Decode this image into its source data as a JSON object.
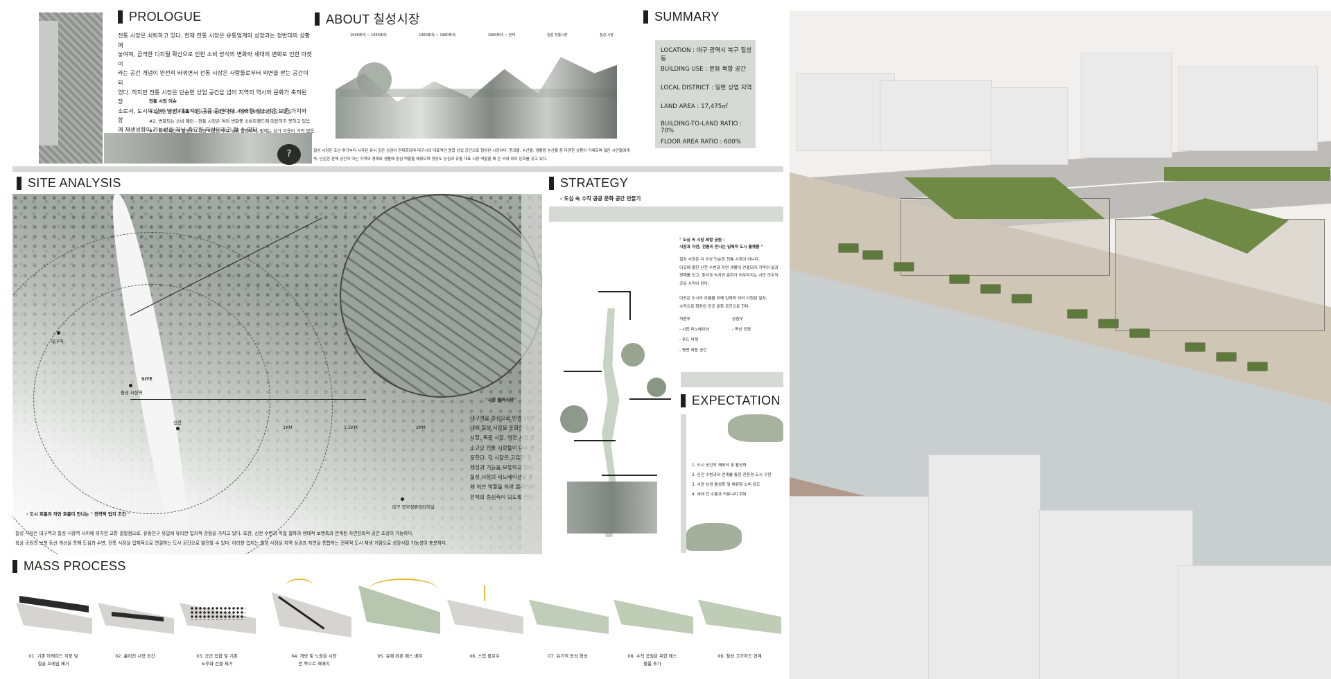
{
  "sections": {
    "prologue": {
      "title": "PROLOGUE",
      "body": [
        "전통 시장은 쇠퇴하고 있다. 현재 전통 시장은 유통업계의 성장과는 정반대의 상황에",
        "놓여져, 급격한 디지털 확산으로 인한 소비 방식의 변화와 세대의 변화로 인한 마켓이",
        "라는 공간 개념이 완전히 바뀌면서 전통 시장은 사람들로부터 외면을 받는 공간이 되",
        "었다. 하지만 전통 시장은 단순한 상업 공간을 넘어 지역의 역사와 문화가 축적된 장",
        "소로서, 도시의 삶이 담긴 대표적인 공공 공간이다. 이러한 장소성은 보존 가치와 함",
        "께 재생성화의 가능성을 지닌 중요한 자산이라고 할 수 있다."
      ],
      "issues_title": "전통 시장 이슈",
      "issues": [
        "#1. 상권 경쟁과 쇠퇴 - 대규 시대 따르면 전통 시장의 58%만 유지되고 있음",
        "#2. 변화되는 소비 패턴 - 전통 시장은 여러 변화중 소비트렌드에 대응하지 못하고 있음",
        "#3. 지역 시간과 활동도 - 시장 이용은 주로 낮에 집중되며, 밤에는 상가 이용이 거의 없음"
      ]
    },
    "about": {
      "title": "ABOUT 칠성시장",
      "timeline": [
        "1946年代 ~ 1950年代",
        "1960年代 ~ 1980年代",
        "1990年代 ~ 현재",
        "칠성 전통시장",
        "칠성 시장"
      ],
      "caption": [
        "칠성 시장은 조선 후기부터 시작된 유서 깊은 상권이 현대화되며 대구시의 대표적인 종합 상업 공간으로 형성된 시장이다. 청과물, 수산물, 생활용 농산물 등 다양한 상품이 거래되며 많은 시민들에게",
        "즉, 단순한 판매 공간이 아닌 지역의 경제와 생활에 중심 역할을 해왔으며 경상도 상권과 유통 대표 시장 역할을 해 온 국내 외의 문화를 갖고 있다."
      ]
    },
    "summary": {
      "title": "SUMMARY",
      "items": [
        "LOCATION : 대구 광역시 북구 칠성동",
        "BUILDING USE : 문화 복합 공간",
        "LOCAL DISTRICT : 일반 상업 지역",
        "LAND AREA : 17,475㎡",
        "BUILDING-TO-LAND RATIO : 70%",
        "FLOOR AREA RATIO : 600%"
      ]
    },
    "site": {
      "title": "SITE ANALYSIS",
      "labels": {
        "daegu_station": "대구역",
        "site": "SITE",
        "market": "칠성 시장역",
        "sinam": "신천",
        "r1": "1KM",
        "r2": "1.5KM",
        "r3": "2KM",
        "bukbu": "대구 북부정류장터미널"
      },
      "cluster_title": "\"시장 클러스터\"",
      "cluster_body": [
        "대구역을 중심으로 반경 1KM",
        "내에 칠성 시장을 포함한 능금",
        "시장, 북문 시장, 역전 시장 등",
        "소규모 전통 시장들이 다수 분",
        "포한다. 각 시장은 고유한 정",
        "체성과 기능을 보유하고 있어,",
        "칠성 시장의 리노베이션을 통",
        "해 허브 역할을 하여 클러스터",
        "전체의 중심축이 되도록 한다."
      ],
      "quote": "- 도시 흐름과 자연 흐름이 만나는 \" 전략적 입지 조건 \"",
      "desc": [
        "칠성 시장은 대구역과 칠성 시장역 사이에 위치한 교통 결절점으로, 유동인구 유입에 유리한 입지적 강점을 가지고 있다. 또한, 신천 수변과 직접 접하여 생태적 보행축과 연계된 자연친화적 공간 조성이 가능하다.",
        "육상 공원과 보행 동선 개선을 통해 도심과 수변, 전통 시장을 입체적으로 연결하는 도시 공간으로 발전할 수 있다. 이러한 입지는 칠성 시장을 지역 상권과 자연을 통합하는 전략적 도시 재생 거점으로 성장시킬 가능성이 충분하다."
      ]
    },
    "strategy": {
      "title": "STRATEGY",
      "subtitle": "- 도심 속 수직 공공 문화 공간 만들기",
      "quote": [
        "\" 도심 속 시장 복합 공원 :",
        "시장과 자연, 전통이 만나는 입체적 도시 플랫폼 \""
      ],
      "body": [
        "칠성 시장은 더 이상 단순한 전통 시장이 아니다.",
        "이곳에 펼친 신천 수변과 자연 생활이 연결되어 지역의 삶과",
        "경제를 잇고, 휴식과 녹지와 문화가 어우러지는 시민 모두의",
        "공유 시작이 된다.",
        "",
        "이곳은 도시의 흐름을 위해 입체화 되어 다원된 일상,",
        "수직으로 확장된 공공 문화 공간으로 한다."
      ],
      "programs_left_title": "저층부",
      "programs_left": [
        "- 시장 리노베이션",
        "- 푸드 마켓",
        "- 평면 화합 공간"
      ],
      "programs_right_title": "상층부",
      "programs_right": [
        "- 옥상 공원"
      ]
    },
    "expectation": {
      "title": "EXPECTATION",
      "items": [
        "1. 도시 공간의 재복석 및 활성화",
        "2. 신천 수변과의 연계를 통한 친환경 도시 구현",
        "3. 시장 상권 활성화 및 체류형 소비 유도",
        "4. 세대 간 소통과 커뮤니티 회복"
      ]
    },
    "mass": {
      "title": "MASS PROCESS",
      "steps": [
        [
          "01. 기존 아케이드 지붕 및",
          "철골 프레임 제거"
        ],
        [
          "02. 흩어진 시장 공간"
        ],
        [
          "03. 공간 집합 및 기존",
          "노후화 건물 제거"
        ],
        [
          "04. 개방 및 노점을 시장",
          "안 쪽으로 재배치"
        ],
        [
          "05. 유매 따른 매스 배치"
        ],
        [
          "06. 스킵 플로우"
        ],
        [
          "07. 유기적 동선 형성"
        ],
        [
          "08. 수직 공원을 위한 매스",
          "볼륨 추가"
        ],
        [
          "09. 칠성 고가차도 연계"
        ]
      ]
    }
  },
  "colors": {
    "band": "#d6dad5",
    "dark": "#1d1f1c",
    "green_roof": "#6e8a45",
    "river": "#c9cfcf"
  }
}
